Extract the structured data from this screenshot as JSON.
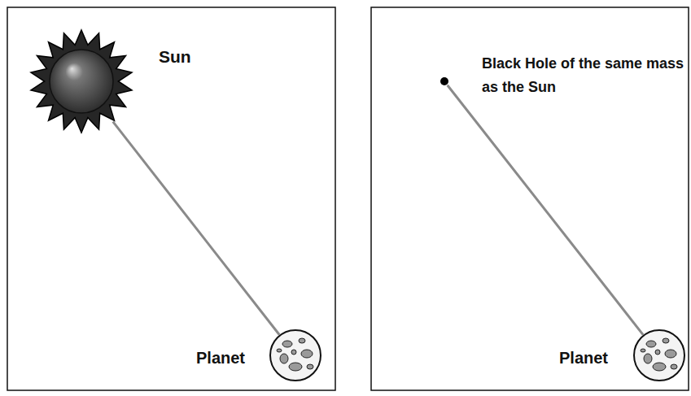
{
  "diagram": {
    "nodes": [
      {
        "text": [
          "Sun"
        ]
      },
      {
        "text": [
          "Planet"
        ]
      },
      {
        "text": [
          "Black Hole of the same mass as the Sun"
        ]
      },
      {
        "text": [
          "Planet"
        ]
      }
    ],
    "edges": [
      {
        "from": 0,
        "to": 1,
        "arrow": "none"
      },
      {
        "from": 2,
        "to": 3,
        "arrow": "none"
      }
    ]
  }
}
